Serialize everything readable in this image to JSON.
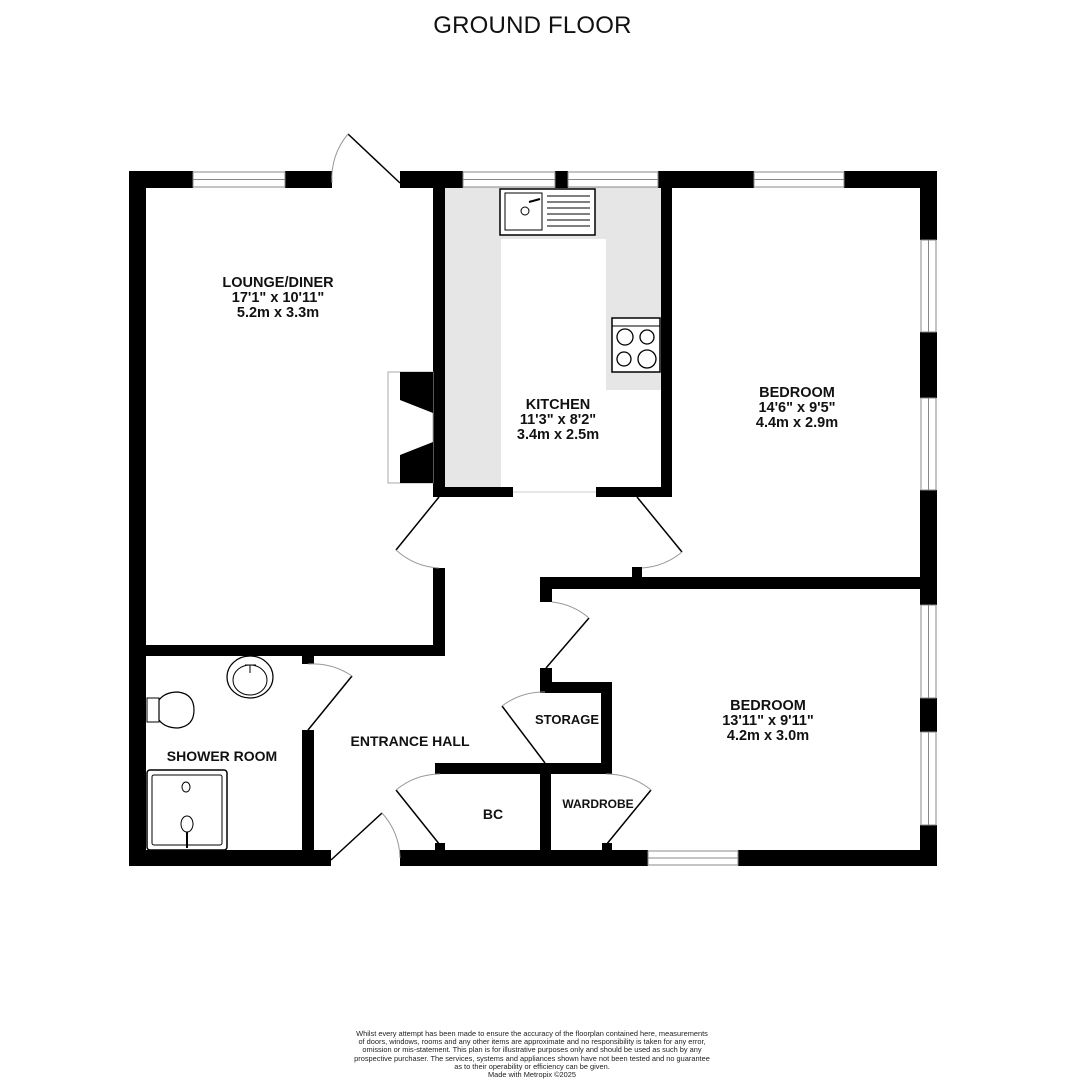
{
  "title": "GROUND FLOOR",
  "rooms": {
    "lounge": {
      "name": "LOUNGE/DINER",
      "imperial": "17'1\"  x 10'11\"",
      "metric": "5.2m  x 3.3m"
    },
    "kitchen": {
      "name": "KITCHEN",
      "imperial": "11'3\"  x 8'2\"",
      "metric": "3.4m  x 2.5m"
    },
    "bedroom1": {
      "name": "BEDROOM",
      "imperial": "14'6\"  x 9'5\"",
      "metric": "4.4m  x 2.9m"
    },
    "bedroom2": {
      "name": "BEDROOM",
      "imperial": "13'11\"  x 9'11\"",
      "metric": "4.2m  x 3.0m"
    },
    "shower": {
      "name": "SHOWER ROOM"
    },
    "hall": {
      "name": "ENTRANCE HALL"
    },
    "storage": {
      "name": "STORAGE"
    },
    "bc": {
      "name": "BC"
    },
    "wardrobe": {
      "name": "WARDROBE"
    }
  },
  "fixtures": [
    "sink-drainer",
    "hob",
    "fireplace",
    "wash-basin",
    "toilet",
    "shower-tray"
  ],
  "colors": {
    "wall": "#000000",
    "kitchen_worktop": "#e6e6e6",
    "door_arc": "#999999",
    "window": "#888888"
  },
  "disclaimer": {
    "lines": [
      "Whilst every attempt has been made to ensure the accuracy of the floorplan contained here, measurements",
      "of doors, windows, rooms and any other items are approximate and no responsibility is taken for any error,",
      "omission or mis-statement. This plan is for illustrative purposes only and should be used as such by any",
      "prospective purchaser. The services, systems and appliances shown have not been tested and no guarantee",
      "as to their operability or efficiency can be given.",
      "Made with Metropix ©2025"
    ]
  }
}
